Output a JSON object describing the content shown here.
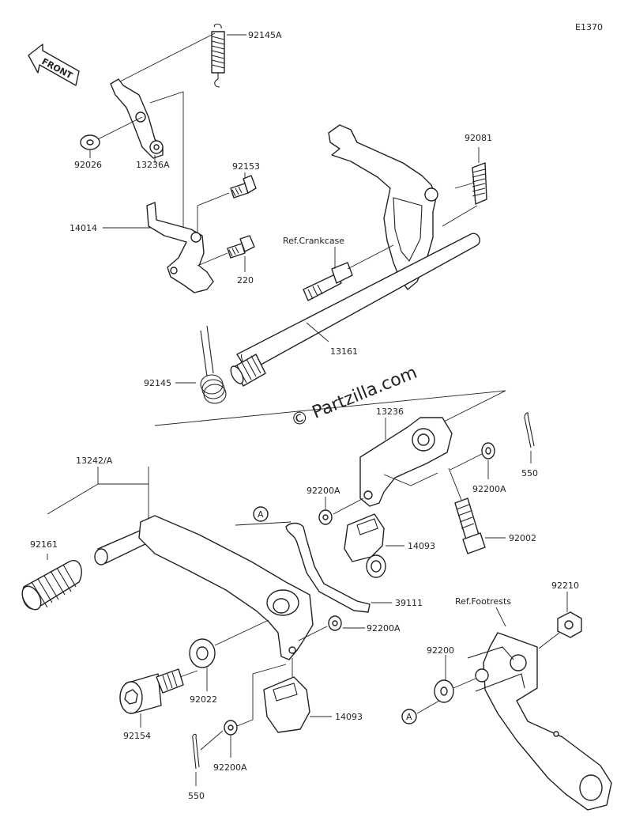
{
  "diagram_code": "E1370",
  "front_label": "FRONT",
  "watermark": "© Partzilla.com",
  "callouts": {
    "p92145A": "92145A",
    "p92026": "92026",
    "p13236A": "13236A",
    "p92153": "92153",
    "p14014": "14014",
    "p220": "220",
    "p92081": "92081",
    "ref_crankcase": "Ref.Crankcase",
    "p13161": "13161",
    "p92145": "92145",
    "p13236": "13236",
    "p550_top": "550",
    "p92200A_right": "92200A",
    "p13242": "13242/A",
    "p92200A_mid": "92200A",
    "p14093_top": "14093",
    "p92002": "92002",
    "marker_a_top": "A",
    "p92161": "92161",
    "p39111": "39111",
    "p92210": "92210",
    "ref_footrests": "Ref.Footrests",
    "p92200A_low": "92200A",
    "p92200": "92200",
    "p92022": "92022",
    "p14093_bottom": "14093",
    "p92154": "92154",
    "marker_a_bottom": "A",
    "p92200A_bottom": "92200A",
    "p550_bottom": "550"
  }
}
